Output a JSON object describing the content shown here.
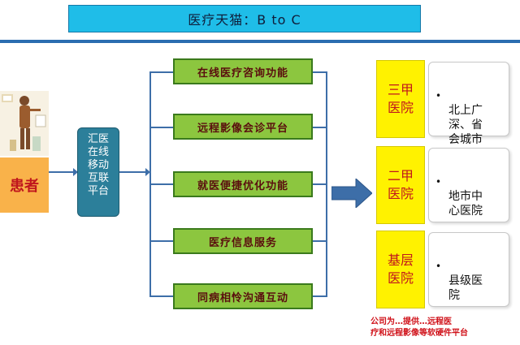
{
  "title": "医疗天猫：B to C",
  "patient": {
    "label": "患者"
  },
  "hub": {
    "text": "汇医\n在线\n移动\n互联\n平台"
  },
  "features": [
    {
      "label": "在线医疗咨询功能"
    },
    {
      "label": "远程影像会诊平台"
    },
    {
      "label": "就医便捷优化功能"
    },
    {
      "label": "医疗信息服务"
    },
    {
      "label": "同病相怜沟通互动"
    }
  ],
  "tiers": [
    {
      "name": "三甲\n医院",
      "cities": "北上广\n深、省\n会城市"
    },
    {
      "name": "二甲\n医院",
      "cities": "地市中\n心医院"
    },
    {
      "name": "基层\n医院",
      "cities": "县级医\n院"
    }
  ],
  "footer": "公司为…提供…远程医\n疗和远程影像等软硬件平台",
  "colors": {
    "title_bg": "#1fbde8",
    "feature_bg": "#8cc63f",
    "hub_bg": "#2c7f9a",
    "tier_bg": "#fff200",
    "accent_red": "#c0171d",
    "arrow_blue": "#3d6ea8"
  }
}
